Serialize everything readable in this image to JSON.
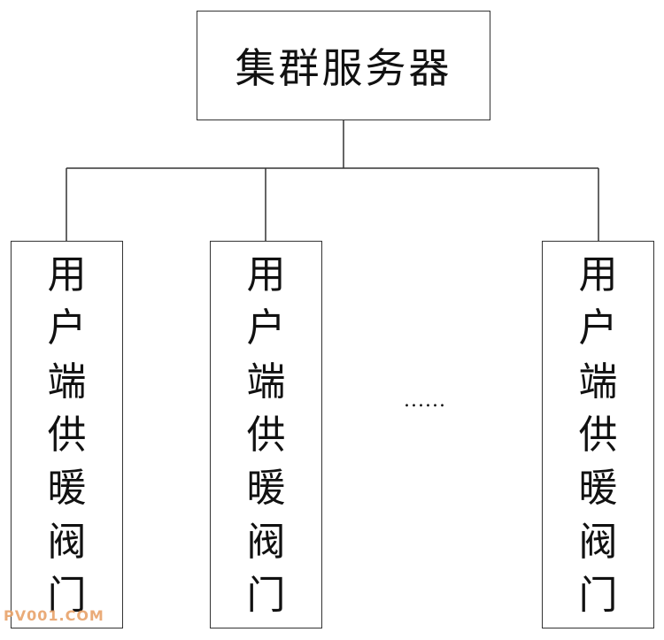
{
  "server": {
    "label": "集群服务器"
  },
  "valves": [
    {
      "chars": [
        "用",
        "户",
        "端",
        "供",
        "暖",
        "阀",
        "门"
      ]
    },
    {
      "chars": [
        "用",
        "户",
        "端",
        "供",
        "暖",
        "阀",
        "门"
      ]
    },
    {
      "chars": [
        "用",
        "户",
        "端",
        "供",
        "暖",
        "阀",
        "门"
      ]
    }
  ],
  "ellipsis": "......",
  "watermark": "PV001.COM"
}
